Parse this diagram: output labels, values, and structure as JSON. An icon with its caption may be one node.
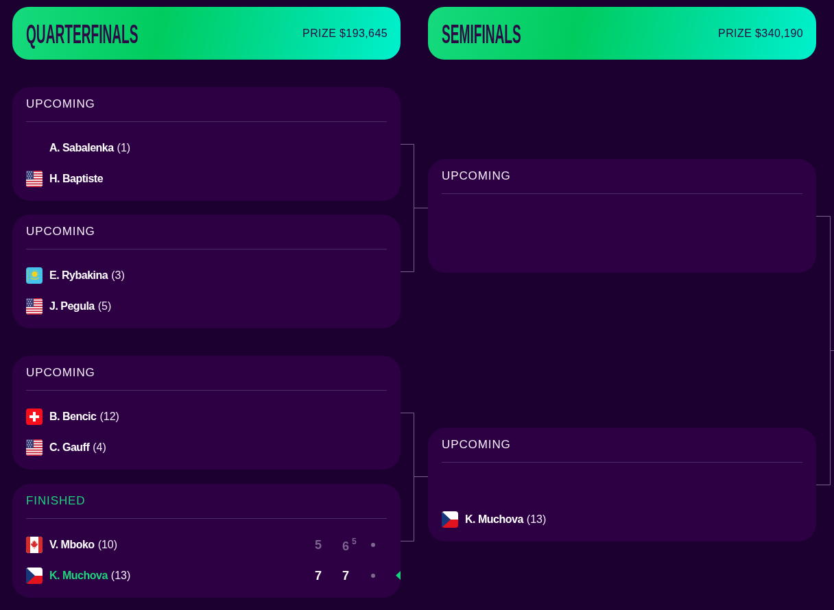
{
  "diagram": {
    "nodes": [
      {
        "text": [
          "QUARTERFINALS",
          "PRIZE $193,645"
        ]
      },
      {
        "text": [
          "SEMIFINALS",
          "PRIZE $340,190"
        ]
      },
      {
        "text": [
          "UPCOMING",
          "A. Sabalenka",
          "(1)",
          "H. Baptiste"
        ]
      },
      {
        "text": [
          "UPCOMING",
          "E. Rybakina",
          "(3)",
          "J. Pegula",
          "(5)"
        ]
      },
      {
        "text": [
          "UPCOMING",
          "B. Bencic",
          "(12)",
          "C. Gauff",
          "(4)"
        ]
      },
      {
        "text": [
          "FINISHED",
          "V. Mboko",
          "(10)",
          "5",
          "6$^{5}$",
          "K. Muchova",
          "(13)",
          "7",
          "7"
        ]
      },
      {
        "text": [
          "UPCOMING"
        ]
      },
      {
        "text": [
          "UPCOMING",
          "K. Muchova",
          "(13)"
        ]
      }
    ],
    "edges": [
      {
        "from": 2,
        "to": 6,
        "arrow": "none"
      },
      {
        "from": 3,
        "to": 6,
        "arrow": "none"
      },
      {
        "from": 4,
        "to": 7,
        "arrow": "none"
      },
      {
        "from": 5,
        "to": 7,
        "arrow": "none"
      },
      {
        "from": 6,
        "to": null,
        "arrow": "none"
      },
      {
        "from": 7,
        "to": null,
        "arrow": "none"
      }
    ]
  }
}
